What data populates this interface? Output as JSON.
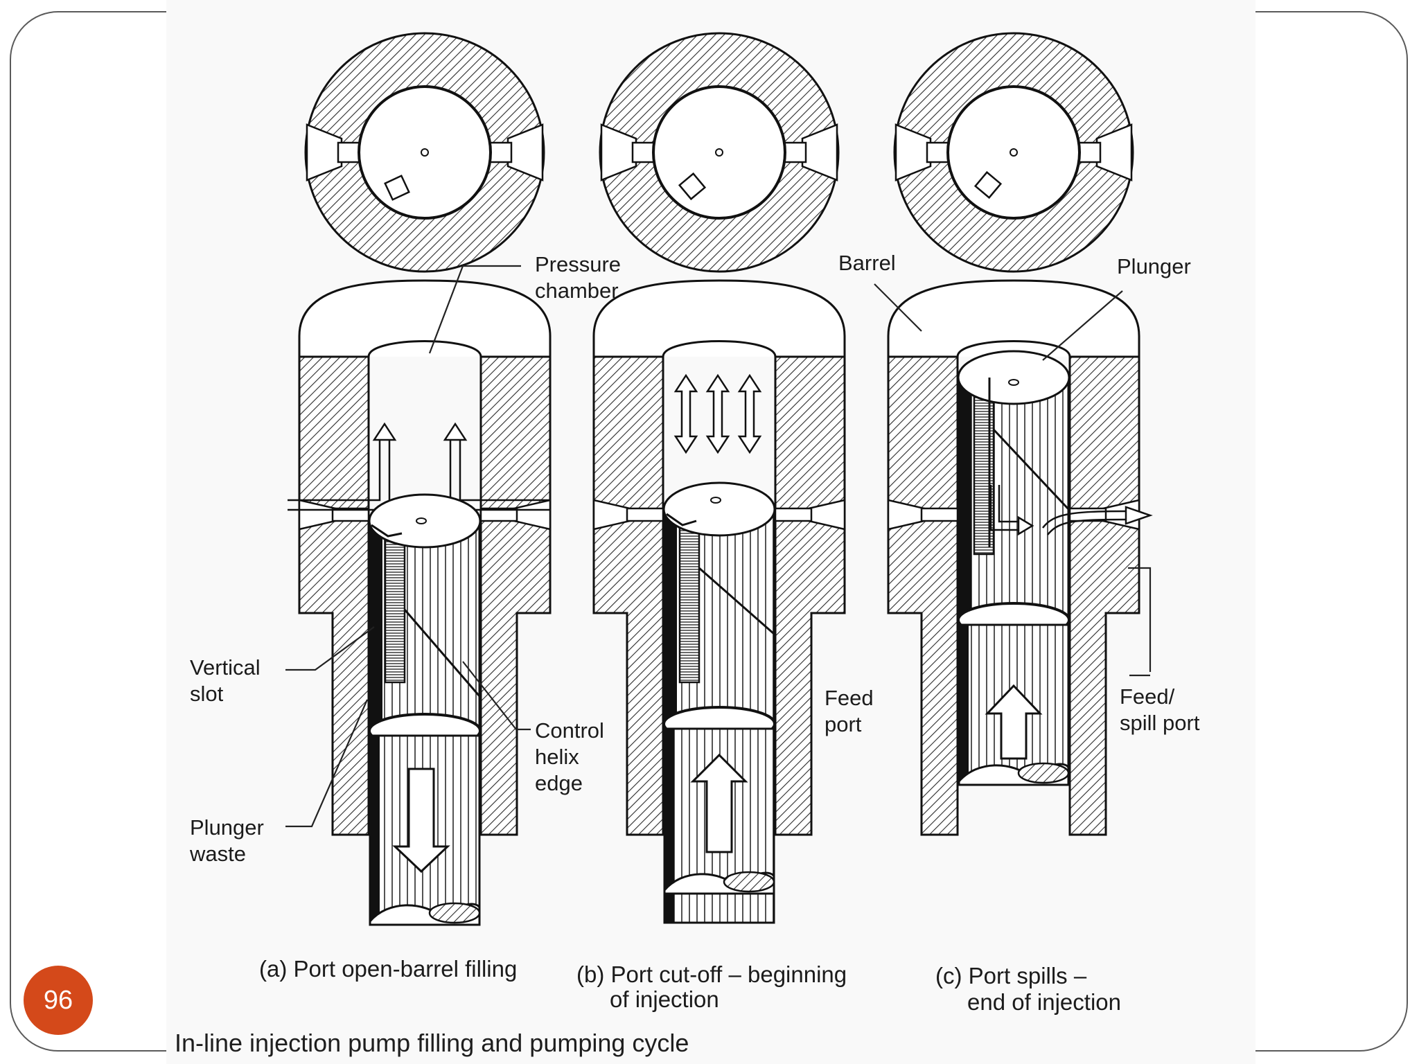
{
  "slide": {
    "page_number": "96",
    "accent_color": "#d4491a"
  },
  "figure": {
    "caption": "In-line injection pump filling and pumping cycle",
    "panels": [
      {
        "id": "a",
        "caption_line1": "(a) Port open-barrel filling",
        "caption_line2": ""
      },
      {
        "id": "b",
        "caption_line1": "(b) Port cut-off – beginning",
        "caption_line2": "of injection"
      },
      {
        "id": "c",
        "caption_line1": "(c) Port spills –",
        "caption_line2": "end of injection"
      }
    ],
    "labels": {
      "pressure_chamber_1": "Pressure",
      "pressure_chamber_2": "chamber",
      "barrel": "Barrel",
      "plunger": "Plunger",
      "vertical_slot_1": "Vertical",
      "vertical_slot_2": "slot",
      "control_helix_1": "Control",
      "control_helix_2": "helix",
      "control_helix_3": "edge",
      "plunger_waste_1": "Plunger",
      "plunger_waste_2": "waste",
      "feed_port_1": "Feed",
      "feed_port_2": "port",
      "feed_spill_port_1": "Feed/",
      "feed_spill_port_2": "spill port"
    }
  }
}
